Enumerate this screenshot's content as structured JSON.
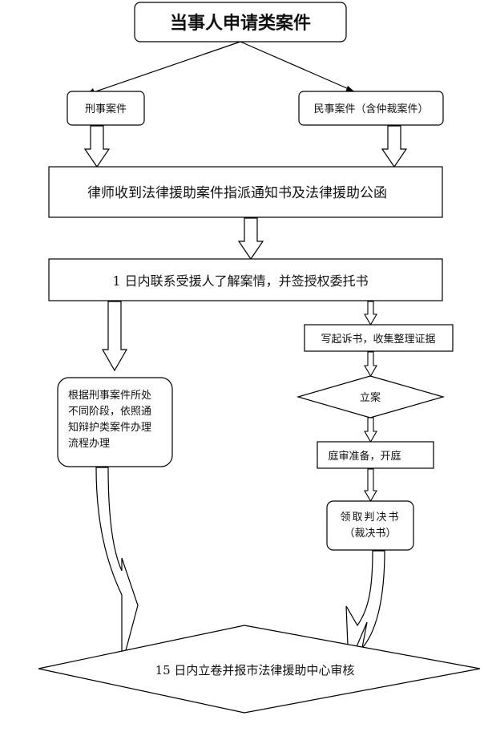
{
  "title": "当事人申请类案件",
  "branches": {
    "criminal": "刑事案件",
    "civil": "民事案件（含仲裁案件）"
  },
  "steps": {
    "receive_notice": "律师收到法律援助案件指派通知书及法律援助公函",
    "contact_client": "1 日内联系受援人了解案情，并签授权委托书",
    "criminal_process": [
      "根据刑事案件所处",
      "不同阶段，依照通",
      "知辩护类案件办理",
      "流程办理"
    ],
    "draft_complaint": "写起诉书，收集整理证据",
    "file_case": "立案",
    "trial": "庭审准备，开庭",
    "judgment": [
      "领取判决书",
      "（裁决书）"
    ],
    "final_review": "15 日内立卷并报市法律援助中心审核"
  }
}
